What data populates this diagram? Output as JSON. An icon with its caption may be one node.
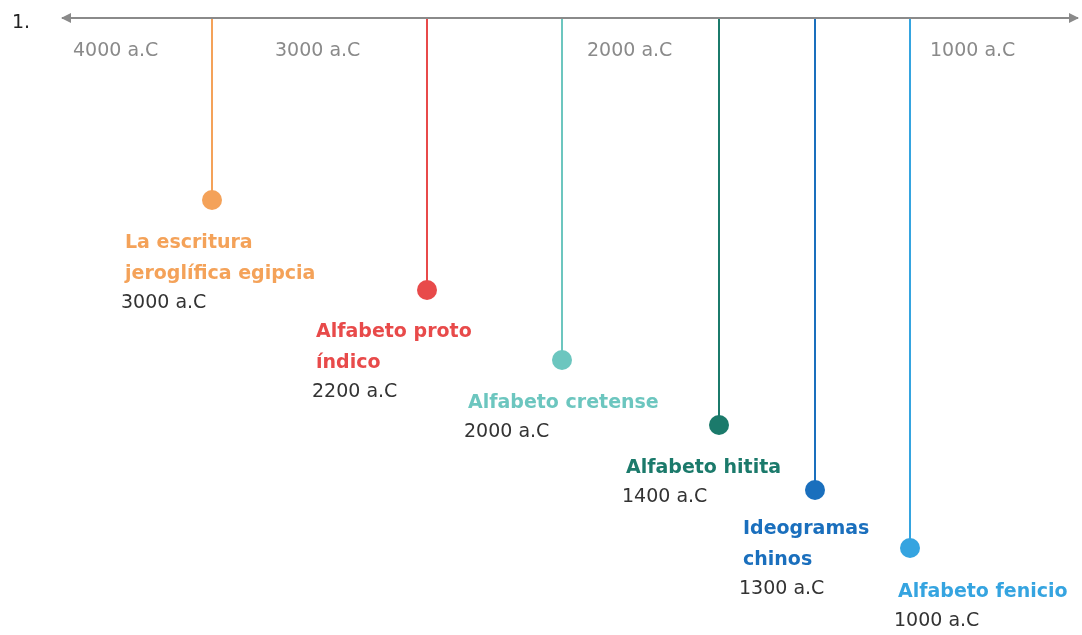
{
  "diagram": {
    "nodes": [
      {
        "text": [
          "La escritura jeroglífica egipcia",
          "3000 a.C"
        ]
      },
      {
        "text": [
          "Alfabeto proto índico",
          "2200 a.C"
        ]
      },
      {
        "text": [
          "Alfabeto cretense",
          "2000 a.C"
        ]
      },
      {
        "text": [
          "Alfabeto hitita",
          "1400 a.C"
        ]
      },
      {
        "text": [
          "Ideogramas chinos",
          "1300 a.C"
        ]
      },
      {
        "text": [
          "Alfabeto fenicio",
          "1000 a.C"
        ]
      }
    ],
    "labels": [
      "1.",
      "4000 a.C",
      "3000 a.C",
      "2000 a.C",
      "1000 a.C"
    ]
  }
}
